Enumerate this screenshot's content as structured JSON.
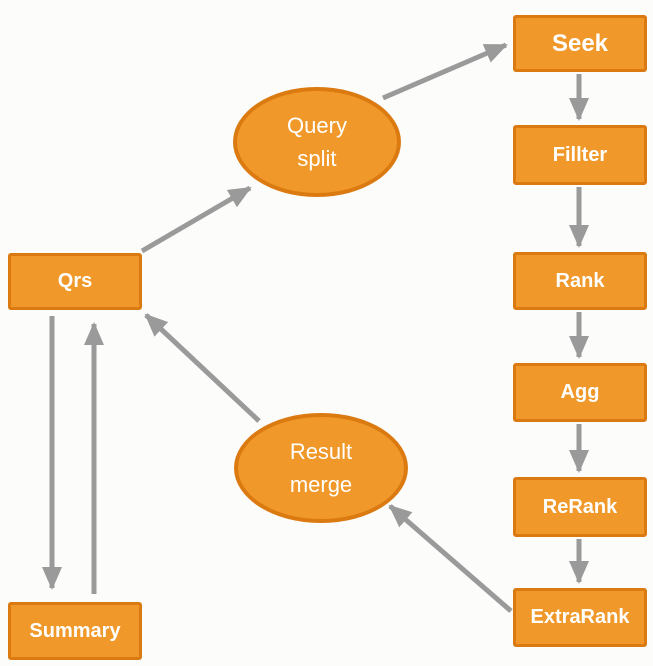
{
  "diagram": {
    "colors": {
      "background": "#FCFCFB",
      "node_fill": "#F0992A",
      "node_border": "#DB7A11",
      "arrow": "#9A9A9A",
      "text": "#FFFFFF"
    },
    "nodes": {
      "qrs": {
        "shape": "rect",
        "label": "Qrs"
      },
      "summary": {
        "shape": "rect",
        "label": "Summary"
      },
      "query_split": {
        "shape": "ellipse",
        "label": "Query\nsplit"
      },
      "result_merge": {
        "shape": "ellipse",
        "label": "Result\nmerge"
      },
      "seek": {
        "shape": "rect",
        "label": "Seek"
      },
      "fillter": {
        "shape": "rect",
        "label": "Fillter"
      },
      "rank": {
        "shape": "rect",
        "label": "Rank"
      },
      "agg": {
        "shape": "rect",
        "label": "Agg"
      },
      "rerank": {
        "shape": "rect",
        "label": "ReRank"
      },
      "extrarank": {
        "shape": "rect",
        "label": "ExtraRank"
      }
    },
    "edges": [
      {
        "from": "Qrs",
        "to": "Query split"
      },
      {
        "from": "Query split",
        "to": "Seek"
      },
      {
        "from": "Seek",
        "to": "Fillter"
      },
      {
        "from": "Fillter",
        "to": "Rank"
      },
      {
        "from": "Rank",
        "to": "Agg"
      },
      {
        "from": "Agg",
        "to": "ReRank"
      },
      {
        "from": "ReRank",
        "to": "ExtraRank"
      },
      {
        "from": "ExtraRank",
        "to": "Result merge"
      },
      {
        "from": "Result merge",
        "to": "Qrs"
      },
      {
        "from": "Qrs",
        "to": "Summary"
      },
      {
        "from": "Summary",
        "to": "Qrs"
      }
    ]
  }
}
